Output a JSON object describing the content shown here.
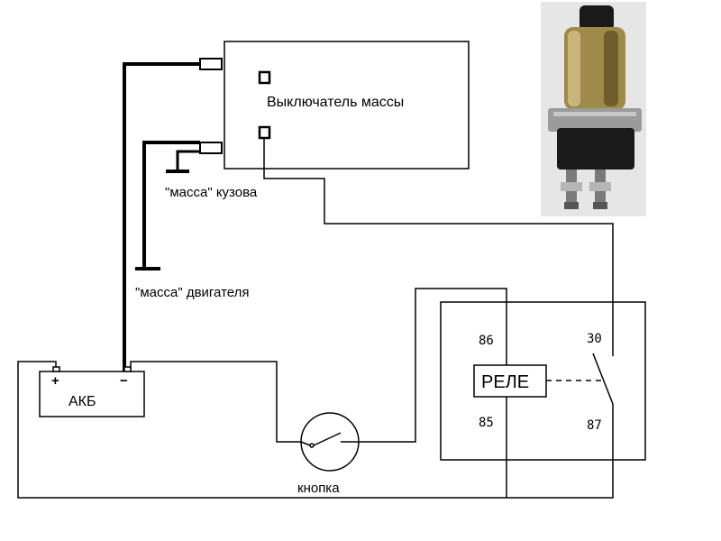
{
  "switch_box": {
    "label": "Выключатель массы"
  },
  "grounds": {
    "body_label": "\"масса\" кузова",
    "engine_label": "\"масса\" двигателя"
  },
  "battery": {
    "label": "АКБ",
    "plus": "+",
    "minus": "−"
  },
  "button": {
    "label": "кнопка"
  },
  "relay": {
    "label": "РЕЛЕ",
    "pin_86": "86",
    "pin_85": "85",
    "pin_30": "30",
    "pin_87": "87"
  },
  "photo": {
    "subject": "mass-switch-solenoid"
  },
  "colors": {
    "line": "#000000",
    "photo_bg": "#e6e6e6",
    "metal": "#a08a4a",
    "body_dark": "#1a1a1a"
  }
}
